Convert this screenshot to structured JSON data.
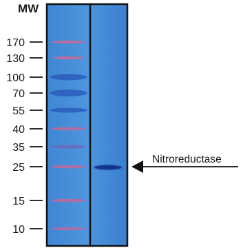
{
  "figure": {
    "mw_label": "MW",
    "markers": [
      {
        "label": "170"
      },
      {
        "label": "130"
      },
      {
        "label": "100"
      },
      {
        "label": "70"
      },
      {
        "label": "55"
      },
      {
        "label": "40"
      },
      {
        "label": "35"
      },
      {
        "label": "25"
      },
      {
        "label": "15"
      },
      {
        "label": "10"
      }
    ],
    "annotation": "Nitroreductase",
    "colors": {
      "gel": "#4a8fd6",
      "gel_dark": "#2f6fc0",
      "band": "#1e4fb0",
      "marker_band": "#c86a9a",
      "frame": "#111111"
    }
  }
}
